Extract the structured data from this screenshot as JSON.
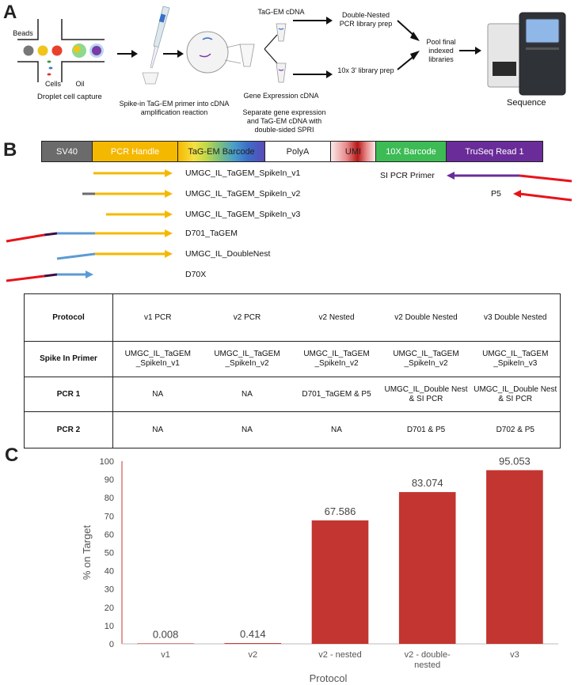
{
  "panel_a": {
    "letter": "A",
    "beads_label": "Beads",
    "cells_label": "Cells",
    "oil_label": "Oil",
    "droplet_caption": "Droplet  cell capture",
    "spike_caption": "Spike-in TaG-EM primer into cDNA amplification reaction",
    "tagem_cdna": "TaG-EM cDNA",
    "gene_expression_cdna": "Gene Expression cDNA",
    "separate_caption": "Separate gene expression and TaG-EM cDNA with double-sided SPRI",
    "double_nested_prep": "Double-Nested PCR library prep",
    "tenx_prep": "10x 3' library prep",
    "pool_label": "Pool final indexed libraries",
    "sequence_label": "Sequence"
  },
  "panel_b": {
    "letter": "B",
    "construct": [
      {
        "label": "SV40",
        "color": "#6b6b6b"
      },
      {
        "label": "PCR Handle",
        "color": "#f5b800"
      },
      {
        "label": "TaG-EM Barcode",
        "color": "#c0c0c0"
      },
      {
        "label": "PolyA",
        "color": "#ffffff"
      },
      {
        "label": "UMI",
        "color": "#d33b3b"
      },
      {
        "label": "10X Barcode",
        "color": "#3dbb55"
      },
      {
        "label": "TruSeq Read 1",
        "color": "#6a2c99"
      }
    ],
    "primers": [
      "UMGC_IL_TaGEM_SpikeIn_v1",
      "UMGC_IL_TaGEM_SpikeIn_v2",
      "UMGC_IL_TaGEM_SpikeIn_v3",
      "D701_TaGEM",
      "UMGC_IL_DoubleNest",
      "D70X"
    ],
    "right_primers": [
      "SI PCR Primer",
      "P5"
    ],
    "table": {
      "headers": [
        "Protocol",
        "v1 PCR",
        "v2 PCR",
        "v2 Nested",
        "v2 Double Nested",
        "v3 Double Nested"
      ],
      "rows": [
        {
          "label": "Spike In Primer",
          "cells": [
            "UMGC_IL_TaGEM _SpikeIn_v1",
            "UMGC_IL_TaGEM _SpikeIn_v2",
            "UMGC_IL_TaGEM _SpikeIn_v2",
            "UMGC_IL_TaGEM _SpikeIn_v2",
            "UMGC_IL_TaGEM _SpikeIn_v3"
          ]
        },
        {
          "label": "PCR 1",
          "cells": [
            "NA",
            "NA",
            "D701_TaGEM & P5",
            "UMGC_IL_Double Nest & SI PCR",
            "UMGC_IL_Double Nest & SI PCR"
          ]
        },
        {
          "label": "PCR 2",
          "cells": [
            "NA",
            "NA",
            "NA",
            "D701 & P5",
            "D702 & P5"
          ]
        }
      ]
    }
  },
  "panel_c": {
    "letter": "C",
    "colors": {
      "bar": "#c23530",
      "axis": "#c23530"
    },
    "chart_data": {
      "type": "bar",
      "categories": [
        "v1",
        "v2",
        "v2 - nested",
        "v2 - double-nested",
        "v3"
      ],
      "category_lines": [
        [
          "v1"
        ],
        [
          "v2"
        ],
        [
          "v2 - nested"
        ],
        [
          "v2 - double-",
          "nested"
        ],
        [
          "v3"
        ]
      ],
      "values": [
        0.008,
        0.414,
        67.586,
        83.074,
        95.053
      ],
      "data_labels": [
        "0.008",
        "0.414",
        "67.586",
        "83.074",
        "95.053"
      ],
      "xlabel": "Protocol",
      "ylabel": "% on Target",
      "ylim": [
        0,
        100
      ],
      "yticks": [
        0,
        10,
        20,
        30,
        40,
        50,
        60,
        70,
        80,
        90,
        100
      ],
      "grid": false
    }
  }
}
